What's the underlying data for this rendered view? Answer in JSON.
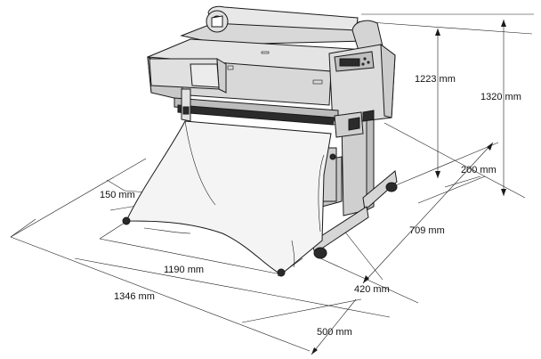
{
  "dimensions": {
    "height_top": "1223 mm",
    "height_total": "1320 mm",
    "depth_offset": "200 mm",
    "depth_total": "709 mm",
    "stand_depth": "420 mm",
    "front_offset": "500 mm",
    "margin_side": "150 mm",
    "stand_width": "1190 mm",
    "total_width": "1346 mm"
  },
  "colors": {
    "printer_body": "#d8d8d8",
    "printer_dark": "#2b2b2b",
    "paper": "#f4f4f4",
    "line": "#1a1a1a"
  }
}
